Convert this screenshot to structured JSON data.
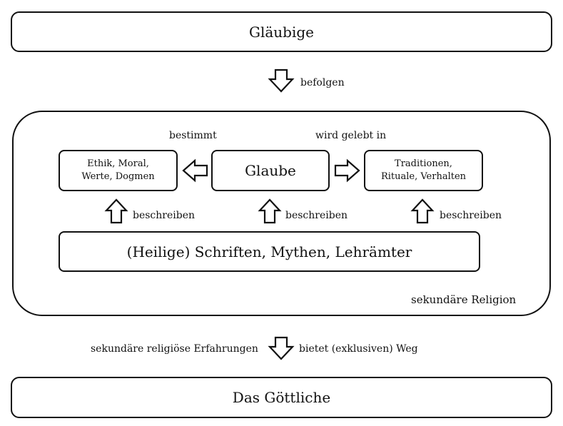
{
  "top_box": {
    "label": "Gläubige"
  },
  "top_arrow": {
    "label": "befolgen"
  },
  "religion_container": {
    "caption": "sekundäre Religion"
  },
  "left_edge": {
    "label": "bestimmt"
  },
  "right_edge": {
    "label": "wird gelebt in"
  },
  "center_box": {
    "label": "Glaube"
  },
  "left_box": {
    "line1": "Ethik, Moral,",
    "line2": "Werte, Dogmen"
  },
  "right_box": {
    "line1": "Traditionen,",
    "line2": "Rituale, Verhalten"
  },
  "describe_arrows": {
    "left": "beschreiben",
    "center": "beschreiben",
    "right": "beschreiben"
  },
  "bottom_inner_box": {
    "label": "(Heilige) Schriften, Mythen, Lehrämter"
  },
  "bottom_arrow": {
    "left_label": "sekundäre religiöse Erfahrungen",
    "right_label": "bietet (exklusiven) Weg"
  },
  "bottom_box": {
    "label": "Das Göttliche"
  }
}
